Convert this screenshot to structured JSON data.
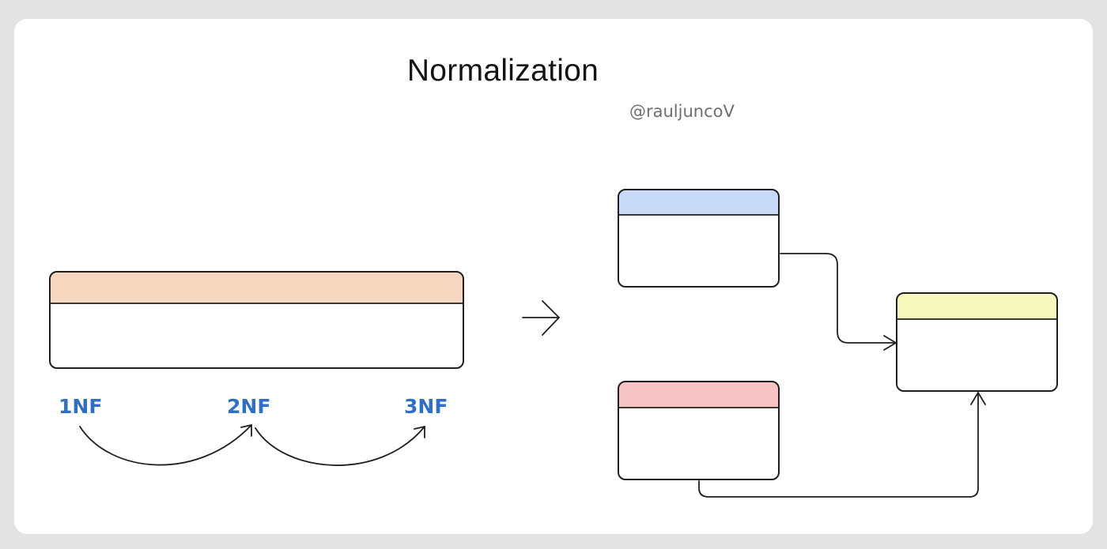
{
  "title": "Normalization",
  "handle": "@rauljuncoV",
  "forms": [
    "1NF",
    "2NF",
    "3NF"
  ],
  "colors": {
    "wide_table_header": "#f7d6bf",
    "table_blue": "#c7dbf8",
    "table_red": "#f8c3c4",
    "table_yellow": "#f6f7bc",
    "form_label": "#2f6fc9"
  }
}
